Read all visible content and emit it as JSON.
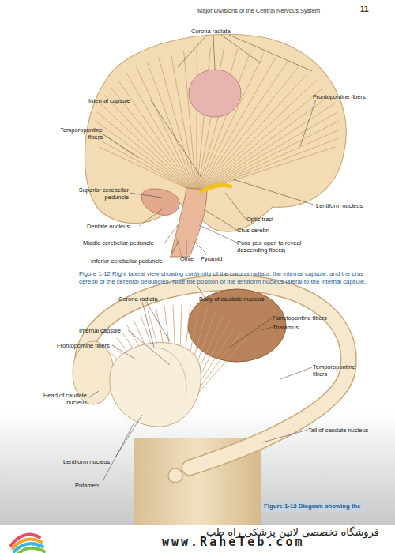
{
  "diagram": {
    "title": "Major Divisions of the Central Nervous System",
    "caption": "Figure 1-12 Right lateral view showing continuity of the corona radiata, the internal capsule, and the crus cerebri of the cerebral peduncles. Note the position of the lentiform nucleus lateral to the internal capsule.",
    "labels": [
      "11",
      "Corona radiata",
      "Internal capsule",
      "Frontopontine fibers",
      "Temporopontine fibers",
      "Superior cerebellar peduncle",
      "Dentate nucleus",
      "Middle cerebellar peduncle",
      "Inferior cerebellar peduncle",
      "Olive",
      "Pyramid",
      "Pons (cut open to reveal descending fibers)",
      "Crus cerebri",
      "Optic tract",
      "Lentiform nucleus",
      "Body of caudate nucleus",
      "Corona radiata",
      "Parietopontine fibers",
      "Thalamus",
      "Internal capsule",
      "Frontopontine fibers",
      "Head of caudate nucleus",
      "Temporopontine fibers",
      "Tail of caudate nucleus",
      "Lentiform nucleus",
      "Putamen",
      "Figure 1-13 Diagram showing the",
      "فروشگاه تخصصی لاتین پزشکی راه طب",
      "www.RaheTeb.com"
    ]
  }
}
